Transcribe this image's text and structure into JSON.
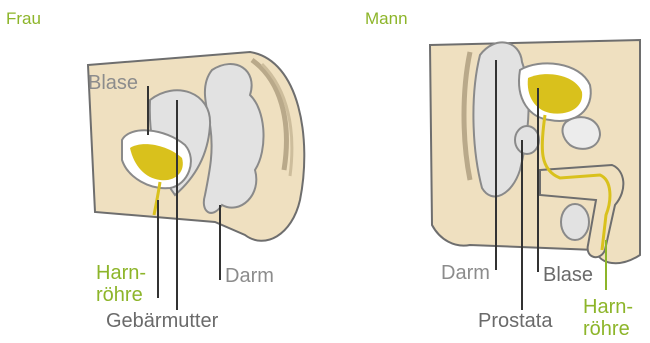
{
  "female": {
    "title": "Frau",
    "labels": {
      "bladder": "Blase",
      "urethra_1": "Harn-",
      "urethra_2": "röhre",
      "bowel": "Darm",
      "uterus": "Gebärmutter"
    }
  },
  "male": {
    "title": "Mann",
    "labels": {
      "bowel": "Darm",
      "bladder": "Blase",
      "prostate": "Prostata",
      "urethra_1": "Harn-",
      "urethra_2": "röhre"
    }
  },
  "colors": {
    "skin": "#efe0c0",
    "organ": "#e2e2e2",
    "organ_stroke": "#8a8a8a",
    "urine": "#d9c11c",
    "label_gray": "#8c8c8c",
    "label_green": "#8db52a",
    "label_dark": "#6a6a6a"
  }
}
